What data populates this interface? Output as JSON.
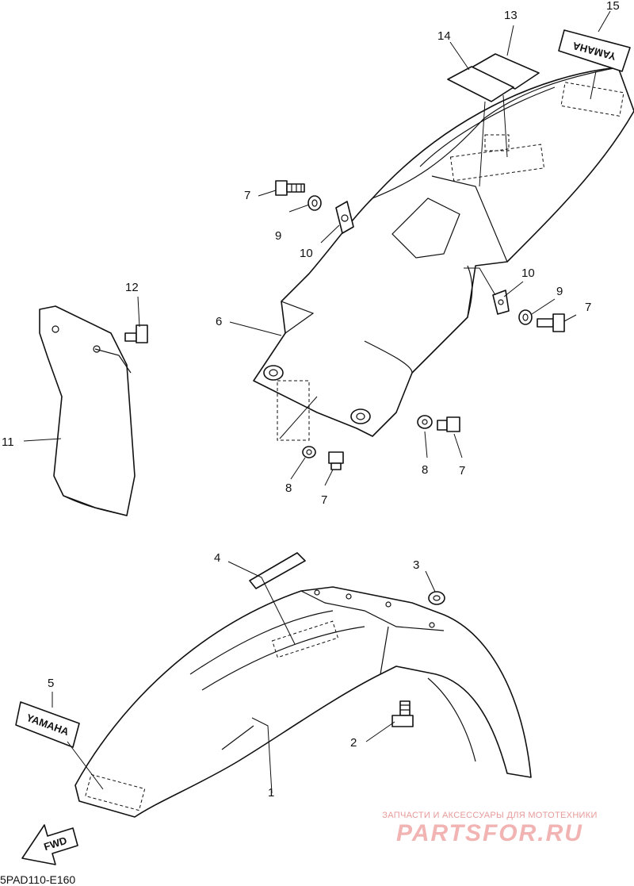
{
  "diagram": {
    "callouts": {
      "c1": "1",
      "c2": "2",
      "c3": "3",
      "c4": "4",
      "c5": "5",
      "c6": "6",
      "c7a": "7",
      "c7b": "7",
      "c7c": "7",
      "c7d": "7",
      "c8a": "8",
      "c8b": "8",
      "c9a": "9",
      "c9b": "9",
      "c10a": "10",
      "c10b": "10",
      "c11": "11",
      "c12": "12",
      "c13": "13",
      "c14": "14",
      "c15": "15"
    },
    "decal_front": "YAMAHA",
    "decal_rear": "YAMAHA",
    "fwd_label": "FWD",
    "diagram_code": "5PAD110-E160"
  },
  "watermark": {
    "subtitle": "ЗАПЧАСТИ И АКСЕССУАРЫ ДЛЯ МОТОТЕХНИКИ",
    "brand": "PARTSFOR.RU",
    "color": "#f2b3b3"
  }
}
